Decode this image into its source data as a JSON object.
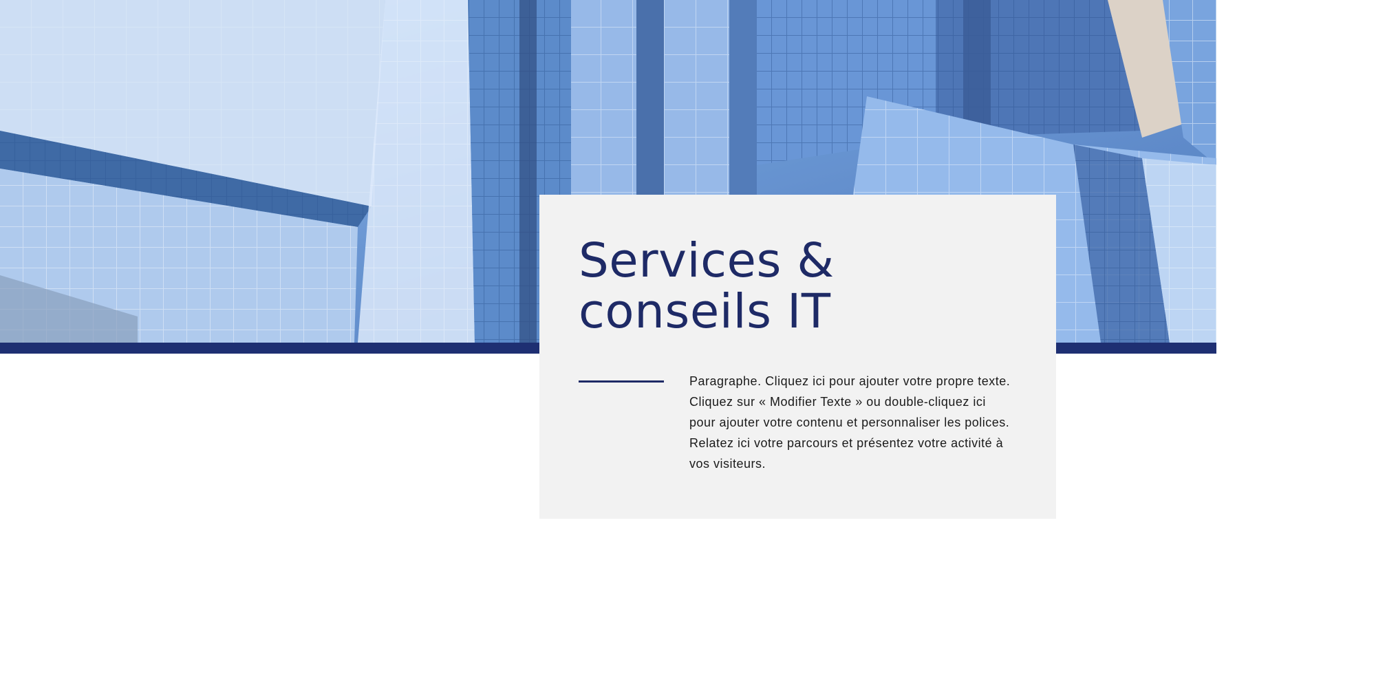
{
  "hero": {
    "image": "glass-skyscrapers-photo"
  },
  "card": {
    "title_line1": "Services &",
    "title_line2": "conseils IT",
    "paragraph": "Paragraphe. Cliquez ici pour ajouter votre propre texte. Cliquez sur « Modifier Texte » ou double-cliquez ici pour ajouter votre contenu et personnaliser les polices. Relatez ici votre parcours et présentez votre activité à vos visiteurs."
  },
  "colors": {
    "accent": "#1e2f72",
    "title": "#1e2a66",
    "card_bg": "#f2f2f2",
    "text": "#1a1a1a"
  }
}
